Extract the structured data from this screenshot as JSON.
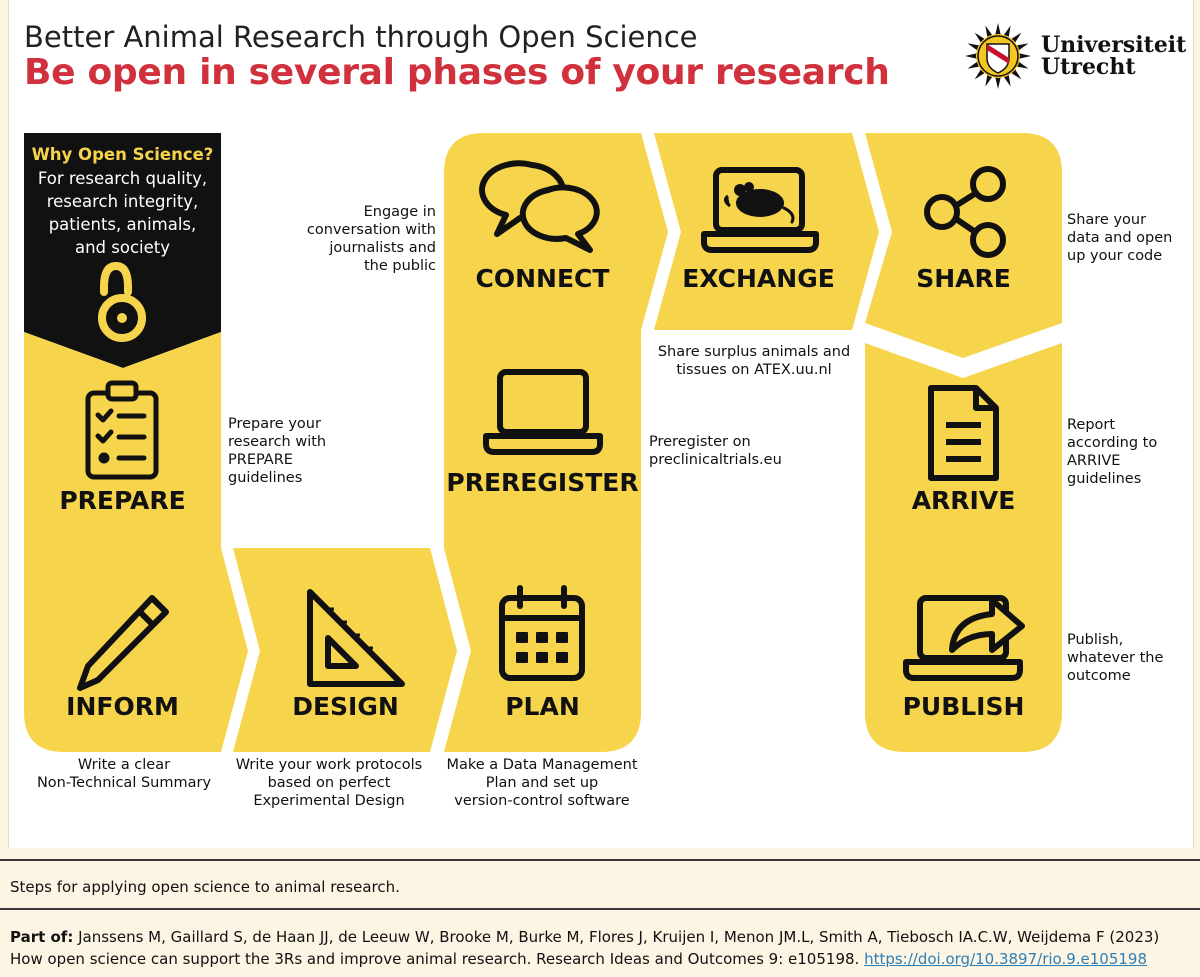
{
  "header": {
    "supertitle": "Better Animal Research through Open Science",
    "title": "Be open in several phases of your research"
  },
  "logo": {
    "line1": "Universiteit",
    "line2": "Utrecht",
    "icon": "university-seal-icon"
  },
  "why": {
    "title": "Why Open Science?",
    "body": [
      "For research quality,",
      "research integrity,",
      "patients, animals,",
      "and society"
    ],
    "icon": "open-access-lock-icon"
  },
  "steps": {
    "prepare": {
      "label": "PREPARE",
      "icon": "clipboard-checklist-icon",
      "desc": [
        "Prepare your",
        "research with",
        "PREPARE",
        "guidelines"
      ]
    },
    "inform": {
      "label": "INFORM",
      "icon": "pencil-icon",
      "desc": [
        "Write a clear",
        "Non-Technical Summary"
      ]
    },
    "design": {
      "label": "DESIGN",
      "icon": "set-square-ruler-icon",
      "desc": [
        "Write your work protocols",
        "based on perfect",
        "Experimental Design"
      ]
    },
    "plan": {
      "label": "PLAN",
      "icon": "calendar-icon",
      "desc": [
        "Make a Data Management",
        "Plan and set up",
        "version-control software"
      ]
    },
    "preregister": {
      "label": "PREREGISTER",
      "icon": "laptop-icon",
      "desc": [
        "Preregister on",
        "preclinicaltrials.eu"
      ]
    },
    "connect": {
      "label": "CONNECT",
      "icon": "speech-bubbles-icon",
      "desc": [
        "Engage in",
        "conversation with",
        "journalists and",
        "the public"
      ]
    },
    "exchange": {
      "label": "EXCHANGE",
      "icon": "laptop-mouse-icon",
      "desc": [
        "Share surplus animals and",
        "tissues on ATEX.uu.nl"
      ]
    },
    "share": {
      "label": "SHARE",
      "icon": "share-nodes-icon",
      "desc": [
        "Share your",
        "data and open",
        "up your code"
      ]
    },
    "arrive": {
      "label": "ARRIVE",
      "icon": "document-icon",
      "desc": [
        "Report",
        "according to",
        "ARRIVE",
        "guidelines"
      ]
    },
    "publish": {
      "label": "PUBLISH",
      "icon": "laptop-share-arrow-icon",
      "desc": [
        "Publish,",
        "whatever the",
        "outcome"
      ]
    }
  },
  "colors": {
    "yellow": "#f6d44c",
    "red": "#d0313c",
    "black": "#111111",
    "page": "#fdf5e4",
    "link": "#2d7fb8"
  },
  "caption": {
    "description": "Steps for applying open science to animal research.",
    "ref_label": "Part of:",
    "ref_text": " Janssens M, Gaillard S, de Haan JJ, de Leeuw W, Brooke M, Burke M, Flores J, Kruijen I, Menon JM.L, Smith A, Tiebosch IA.C.W, Weijdema F (2023) How open science can support the 3Rs and improve animal research. Research Ideas and Outcomes 9: e105198. ",
    "doi": "https://doi.org/10.3897/rio.9.e105198"
  }
}
